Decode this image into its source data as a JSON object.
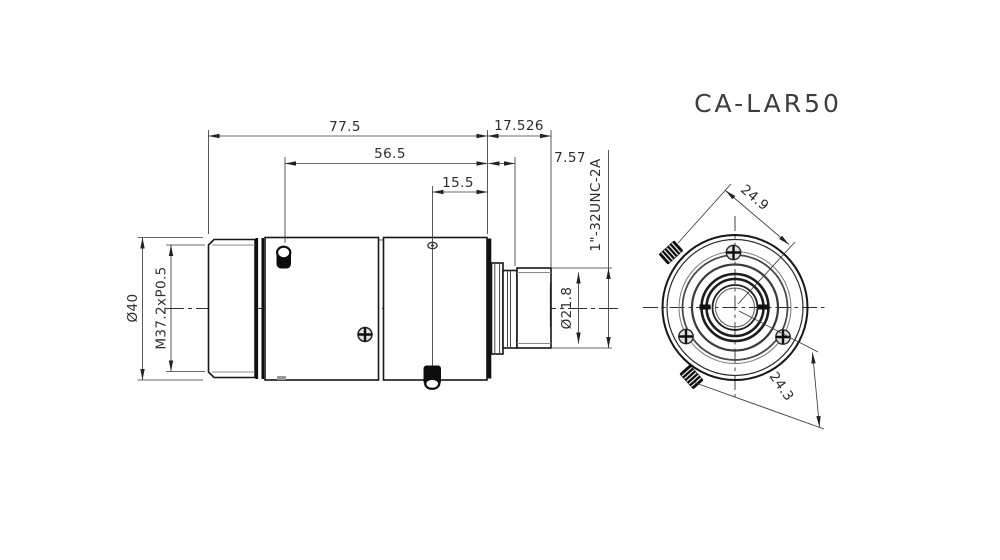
{
  "title": "CA-LAR50",
  "side_view": {
    "dimensions": {
      "overall_length": "77.5",
      "flange_focal_distance": "17.526",
      "mid_length": "56.5",
      "rear_step": "7.57",
      "screw_to_rear": "15.5",
      "body_diameter": "Ø40",
      "front_filter_thread": "M37.2xP0.5",
      "rear_barrel_diameter": "Ø21.8",
      "mount_thread": "1\"-32UNC-2A"
    }
  },
  "front_view": {
    "dimensions": {
      "upper_screw_distance": "24.9",
      "lower_screw_distance": "24.3"
    }
  }
}
